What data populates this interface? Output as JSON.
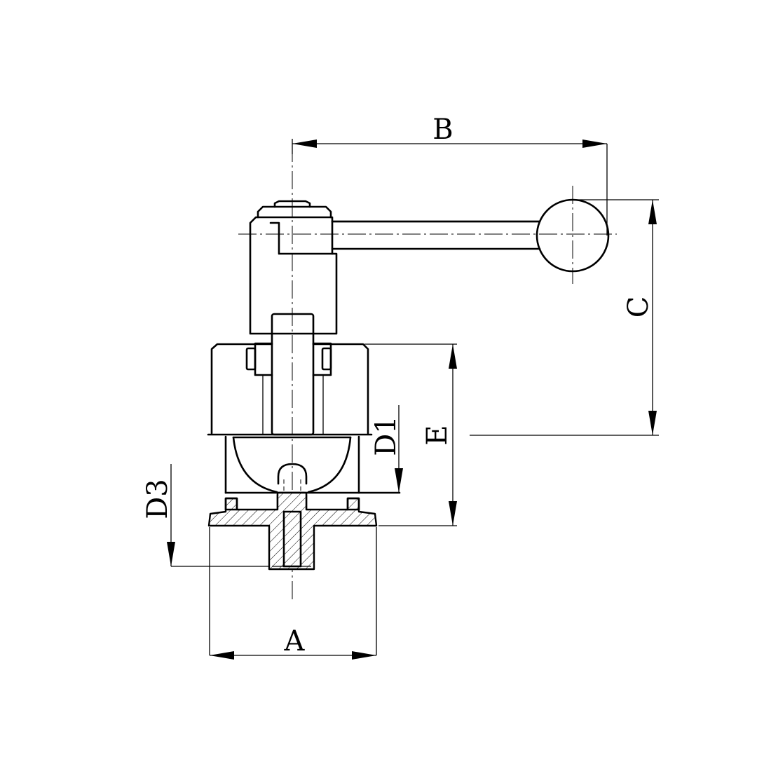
{
  "drawing": {
    "dimensions": {
      "A": "A",
      "B": "B",
      "C": "C",
      "E": "E",
      "D1": "D1",
      "D3": "D3"
    }
  }
}
